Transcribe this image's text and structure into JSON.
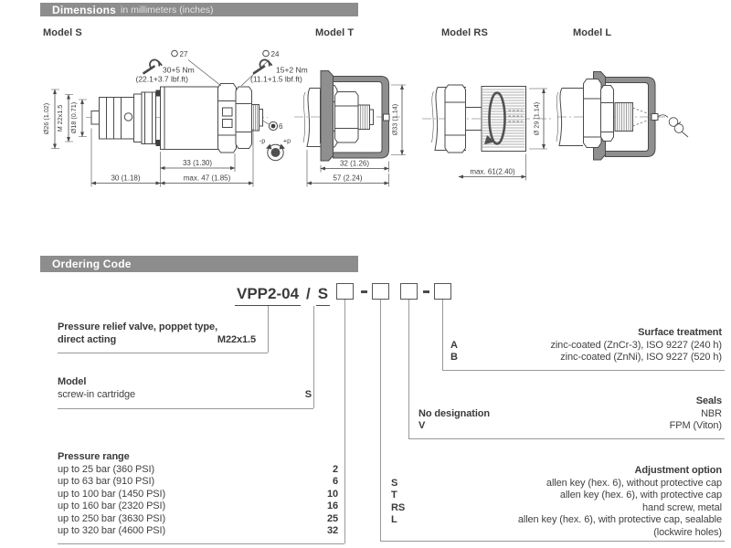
{
  "dimensions_section": {
    "title": "Dimensions",
    "subtitle": "in millimeters (inches)"
  },
  "ordering_section": {
    "title": "Ordering Code"
  },
  "models": {
    "s": {
      "label": "Model S",
      "wrench_body": {
        "size": "27",
        "torque": "30+5 Nm",
        "torque_imperial": "(22.1+3.7 lbf.ft)"
      },
      "wrench_locknut": {
        "size": "24",
        "torque": "15+2 Nm",
        "torque_imperial": "(11.1+1.5 lbf.ft)"
      },
      "allen_key_size": "6",
      "minus_p": "-p",
      "plus_p": "+p",
      "dia_body": "Ø26 (1.02)",
      "thread_label": "M 22x1.5",
      "dia_nose": "Ø18 (0.71)",
      "len_body_dim": "33 (1.30)",
      "len_nose_dim": "30 (1.18)",
      "len_max_dim": "max. 47 (1.85)"
    },
    "t": {
      "label": "Model T",
      "dia_dim": "Ø33 (1.14)",
      "len_cap_dim": "32 (1.26)",
      "len_total_dim": "57 (2.24)"
    },
    "rs": {
      "label": "Model RS",
      "dia_dim": "Ø 29 (1.14)",
      "len_max_dim": "max. 61(2.40)"
    },
    "l": {
      "label": "Model L"
    }
  },
  "ordering": {
    "base_code": "VPP2-04",
    "separator": "/",
    "model_code": "S",
    "description": {
      "line1": "Pressure relief valve, poppet type,",
      "line2": "direct acting",
      "thread": "M22x1.5"
    },
    "model": {
      "heading": "Model",
      "rows": [
        {
          "label": "screw-in cartridge",
          "code": "S"
        }
      ]
    },
    "pressure_range": {
      "heading": "Pressure range",
      "rows": [
        {
          "label": "up to 25 bar (360 PSI)",
          "code": "2"
        },
        {
          "label": "up to 63 bar (910 PSI)",
          "code": "6"
        },
        {
          "label": "up to 100 bar (1450 PSI)",
          "code": "10"
        },
        {
          "label": "up to 160 bar (2320 PSI)",
          "code": "16"
        },
        {
          "label": "up to 250 bar (3630 PSI)",
          "code": "25"
        },
        {
          "label": "up to 320 bar (4600 PSI)",
          "code": "32"
        }
      ]
    },
    "surface_treatment": {
      "heading": "Surface treatment",
      "rows": [
        {
          "code": "A",
          "label": "zinc-coated (ZnCr-3), ISO 9227 (240 h)"
        },
        {
          "code": "B",
          "label": "zinc-coated (ZnNi), ISO 9227 (520 h)"
        }
      ]
    },
    "seals": {
      "heading": "Seals",
      "rows": [
        {
          "code": "No designation",
          "label": "NBR"
        },
        {
          "code": "V",
          "label": "FPM (Viton)"
        }
      ]
    },
    "adjustment": {
      "heading": "Adjustment option",
      "rows": [
        {
          "code": "S",
          "label": "allen key (hex. 6), without protective cap"
        },
        {
          "code": "T",
          "label": "allen key (hex. 6), with protective cap"
        },
        {
          "code": "RS",
          "label": "hand screw, metal"
        },
        {
          "code": "L",
          "label": "allen key (hex. 6), with protective cap, sealable"
        },
        {
          "code": "",
          "label": "(lockwire holes)"
        }
      ]
    }
  },
  "colors": {
    "header_bar_bg": "#8d8d8d",
    "drawing_line": "#4a4a4a",
    "text": "#3d3d3d"
  }
}
